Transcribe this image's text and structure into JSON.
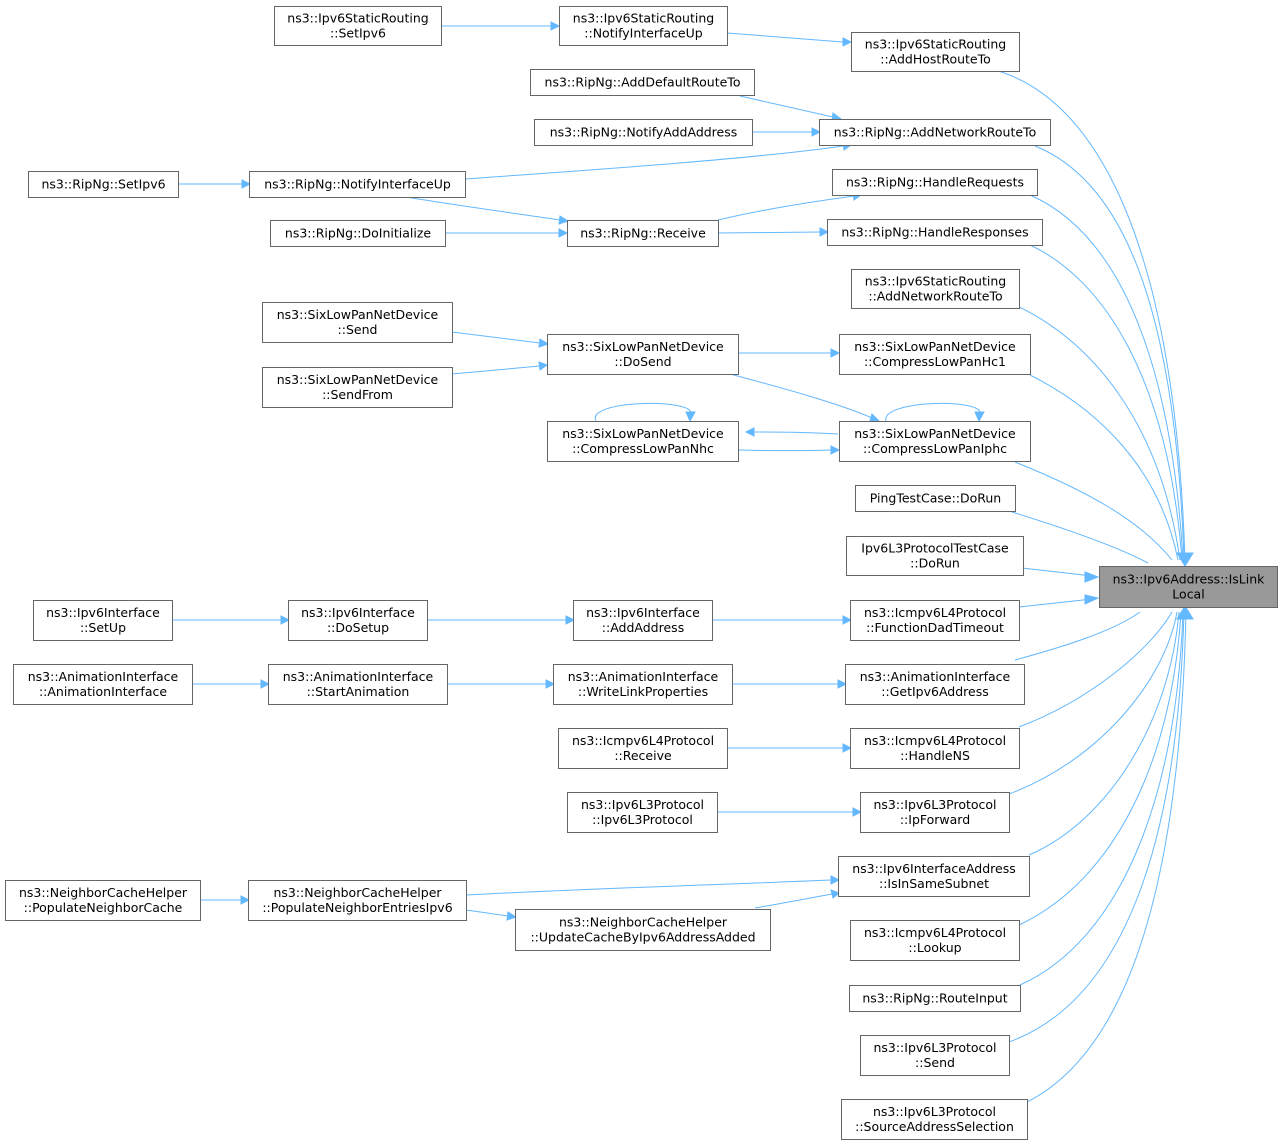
{
  "graph": {
    "colors": {
      "edge": "#63b8ff",
      "node_border": "#666666",
      "node_fill": "#ffffff",
      "root_fill": "#999999"
    },
    "nodes": {
      "setipv6_static": {
        "lines": [
          "ns3::Ipv6StaticRouting",
          "::SetIpv6"
        ]
      },
      "notifyup_static": {
        "lines": [
          "ns3::Ipv6StaticRouting",
          "::NotifyInterfaceUp"
        ]
      },
      "addhost_static": {
        "lines": [
          "ns3::Ipv6StaticRouting",
          "::AddHostRouteTo"
        ]
      },
      "adddefault_rip": {
        "lines": [
          "ns3::RipNg::AddDefaultRouteTo"
        ]
      },
      "notifyadd_rip": {
        "lines": [
          "ns3::RipNg::NotifyAddAddress"
        ]
      },
      "addnetwork_rip": {
        "lines": [
          "ns3::RipNg::AddNetworkRouteTo"
        ]
      },
      "setipv6_rip": {
        "lines": [
          "ns3::RipNg::SetIpv6"
        ]
      },
      "notifyup_rip": {
        "lines": [
          "ns3::RipNg::NotifyInterfaceUp"
        ]
      },
      "handlereq_rip": {
        "lines": [
          "ns3::RipNg::HandleRequests"
        ]
      },
      "doinit_rip": {
        "lines": [
          "ns3::RipNg::DoInitialize"
        ]
      },
      "receive_rip": {
        "lines": [
          "ns3::RipNg::Receive"
        ]
      },
      "handleresp_rip": {
        "lines": [
          "ns3::RipNg::HandleResponses"
        ]
      },
      "addnetwork_static": {
        "lines": [
          "ns3::Ipv6StaticRouting",
          "::AddNetworkRouteTo"
        ]
      },
      "send_6lp": {
        "lines": [
          "ns3::SixLowPanNetDevice",
          "::Send"
        ]
      },
      "dosend_6lp": {
        "lines": [
          "ns3::SixLowPanNetDevice",
          "::DoSend"
        ]
      },
      "hc1_6lp": {
        "lines": [
          "ns3::SixLowPanNetDevice",
          "::CompressLowPanHc1"
        ]
      },
      "sendfrom_6lp": {
        "lines": [
          "ns3::SixLowPanNetDevice",
          "::SendFrom"
        ]
      },
      "nhc_6lp": {
        "lines": [
          "ns3::SixLowPanNetDevice",
          "::CompressLowPanNhc"
        ]
      },
      "iphc_6lp": {
        "lines": [
          "ns3::SixLowPanNetDevice",
          "::CompressLowPanIphc"
        ]
      },
      "ping_dorun": {
        "lines": [
          "PingTestCase::DoRun"
        ]
      },
      "ipv6l3test_dorun": {
        "lines": [
          "Ipv6L3ProtocolTestCase",
          "::DoRun"
        ]
      },
      "root": {
        "lines": [
          "ns3::Ipv6Address::IsLink",
          "Local"
        ]
      },
      "setup_if": {
        "lines": [
          "ns3::Ipv6Interface",
          "::SetUp"
        ]
      },
      "dosetup_if": {
        "lines": [
          "ns3::Ipv6Interface",
          "::DoSetup"
        ]
      },
      "addaddr_if": {
        "lines": [
          "ns3::Ipv6Interface",
          "::AddAddress"
        ]
      },
      "dadtimeout_icmp": {
        "lines": [
          "ns3::Icmpv6L4Protocol",
          "::FunctionDadTimeout"
        ]
      },
      "ctor_anim": {
        "lines": [
          "ns3::AnimationInterface",
          "::AnimationInterface"
        ]
      },
      "start_anim": {
        "lines": [
          "ns3::AnimationInterface",
          "::StartAnimation"
        ]
      },
      "writelink_anim": {
        "lines": [
          "ns3::AnimationInterface",
          "::WriteLinkProperties"
        ]
      },
      "getipv6_anim": {
        "lines": [
          "ns3::AnimationInterface",
          "::GetIpv6Address"
        ]
      },
      "receive_icmp": {
        "lines": [
          "ns3::Icmpv6L4Protocol",
          "::Receive"
        ]
      },
      "handlens_icmp": {
        "lines": [
          "ns3::Icmpv6L4Protocol",
          "::HandleNS"
        ]
      },
      "ctor_l3": {
        "lines": [
          "ns3::Ipv6L3Protocol",
          "::Ipv6L3Protocol"
        ]
      },
      "ipforward_l3": {
        "lines": [
          "ns3::Ipv6L3Protocol",
          "::IpForward"
        ]
      },
      "sameSubnet_ifaddr": {
        "lines": [
          "ns3::Ipv6InterfaceAddress",
          "::IsInSameSubnet"
        ]
      },
      "populate_nch": {
        "lines": [
          "ns3::NeighborCacheHelper",
          "::PopulateNeighborCache"
        ]
      },
      "popentries_nch": {
        "lines": [
          "ns3::NeighborCacheHelper",
          "::PopulateNeighborEntriesIpv6"
        ]
      },
      "updatecache_nch": {
        "lines": [
          "ns3::NeighborCacheHelper",
          "::UpdateCacheByIpv6AddressAdded"
        ]
      },
      "lookup_icmp": {
        "lines": [
          "ns3::Icmpv6L4Protocol",
          "::Lookup"
        ]
      },
      "routeinput_rip": {
        "lines": [
          "ns3::RipNg::RouteInput"
        ]
      },
      "send_l3": {
        "lines": [
          "ns3::Ipv6L3Protocol",
          "::Send"
        ]
      },
      "srcaddr_l3": {
        "lines": [
          "ns3::Ipv6L3Protocol",
          "::SourceAddressSelection"
        ]
      }
    }
  }
}
